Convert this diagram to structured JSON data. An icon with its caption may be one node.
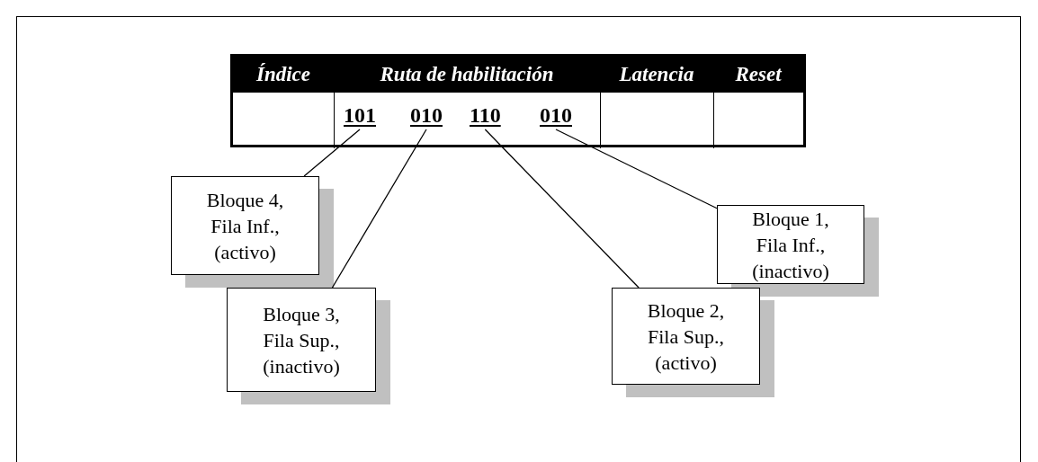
{
  "diagram": {
    "nodes": [
      {
        "text": [
          "101"
        ]
      },
      {
        "text": [
          "010"
        ]
      },
      {
        "text": [
          "110"
        ]
      },
      {
        "text": [
          "010"
        ]
      },
      {
        "text": [
          "Bloque 4, Fila Inf., (activo)"
        ]
      },
      {
        "text": [
          "Bloque 1, Fila Inf., (inactivo)"
        ]
      },
      {
        "text": [
          "Bloque 3, Fila Sup., (inactivo)"
        ]
      },
      {
        "text": [
          "Bloque 2, Fila Sup., (activo)"
        ]
      }
    ],
    "edges": [
      {
        "from": 4,
        "to": 0,
        "arrow": "none"
      },
      {
        "from": 6,
        "to": 1,
        "arrow": "none"
      },
      {
        "from": 7,
        "to": 2,
        "arrow": "none"
      },
      {
        "from": 5,
        "to": 3,
        "arrow": "none"
      }
    ],
    "labels": [
      "Índice",
      "Ruta de habilitación",
      "Latencia",
      "Reset"
    ]
  }
}
